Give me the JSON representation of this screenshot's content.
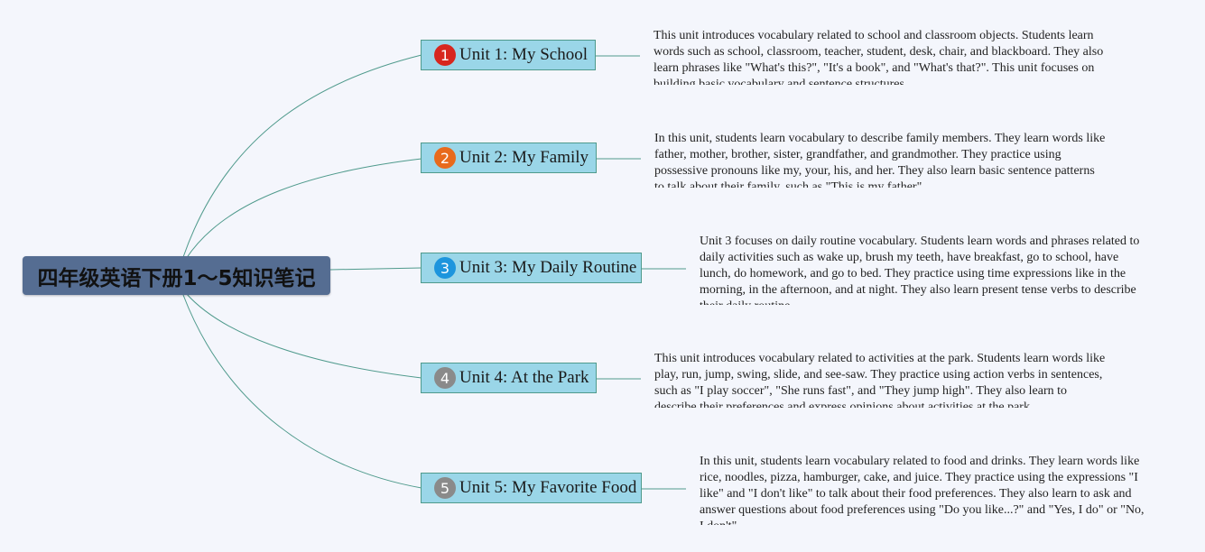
{
  "root": {
    "title": "四年级英语下册1～5知识笔记"
  },
  "colors": {
    "line": "#4f9a8c",
    "root_bg": "#556d92",
    "topic_bg": "#9ad6e8"
  },
  "units": [
    {
      "number": "1",
      "label": "Unit 1: My School",
      "marker_color": "#d7261e",
      "note": "This unit introduces vocabulary related to school and classroom objects. Students learn words such as school, classroom, teacher, student, desk, chair, and blackboard. They also learn phrases like \"What's this?\", \"It's a book\", and \"What's that?\". This unit focuses on building basic vocabulary and sentence structures."
    },
    {
      "number": "2",
      "label": "Unit 2: My Family",
      "marker_color": "#e86a1c",
      "note": "In this unit, students learn vocabulary to describe family members. They learn words like father, mother, brother, sister, grandfather, and grandmother. They practice using possessive pronouns like my, your, his, and her. They also learn basic sentence patterns to talk about their family, such as \"This is my father\"."
    },
    {
      "number": "3",
      "label": "Unit 3: My Daily Routine",
      "marker_color": "#1d95dd",
      "note": "Unit 3 focuses on daily routine vocabulary. Students learn words and phrases related to daily activities such as wake up, brush my teeth, have breakfast, go to school, have lunch, do homework, and go to bed. They practice using time expressions like in the morning, in the afternoon, and at night. They also learn present tense verbs to describe their daily routine."
    },
    {
      "number": "4",
      "label": "Unit 4: At the Park",
      "marker_color": "#8a8a8a",
      "note": "This unit introduces vocabulary related to activities at the park. Students learn words like play, run, jump, swing, slide, and see-saw. They practice using action verbs in sentences, such as \"I play soccer\", \"She runs fast\", and \"They jump high\". They also learn to describe their preferences and express opinions about activities at the park."
    },
    {
      "number": "5",
      "label": "Unit 5: My Favorite Food",
      "marker_color": "#8a8a8a",
      "note": "In this unit, students learn vocabulary related to food and drinks. They learn words like rice, noodles, pizza, hamburger, cake, and juice. They practice using the expressions \"I like\" and \"I don't like\" to talk about their food preferences. They also learn to ask and answer questions about food preferences using \"Do you like...?\" and \"Yes, I do\" or \"No, I don't\"."
    }
  ]
}
